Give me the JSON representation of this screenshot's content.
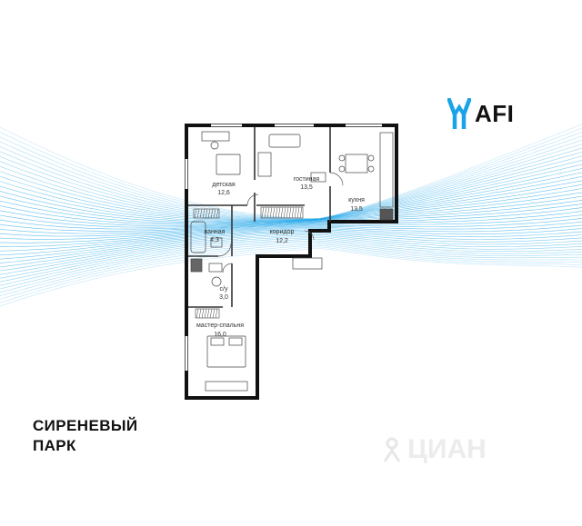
{
  "brand": {
    "logo_text": "AFI",
    "accent": "#1aa3e8"
  },
  "project": {
    "line1": "СИРЕНЕВЫЙ",
    "line2": "ПАРК"
  },
  "watermark": {
    "text": "ЦИАН"
  },
  "rooms": [
    {
      "id": "detskaya",
      "name": "детская",
      "area": "12,6"
    },
    {
      "id": "gostinaya",
      "name": "гостиная",
      "area": "13,5"
    },
    {
      "id": "kuhnya",
      "name": "кухня",
      "area": "13,5"
    },
    {
      "id": "vannaya",
      "name": "ванная",
      "area": "4,3"
    },
    {
      "id": "koridor",
      "name": "коридор",
      "area": "12,2"
    },
    {
      "id": "su",
      "name": "с/у",
      "area": "3,0"
    },
    {
      "id": "master",
      "name": "мастер-спальня",
      "area": "16,0"
    }
  ]
}
